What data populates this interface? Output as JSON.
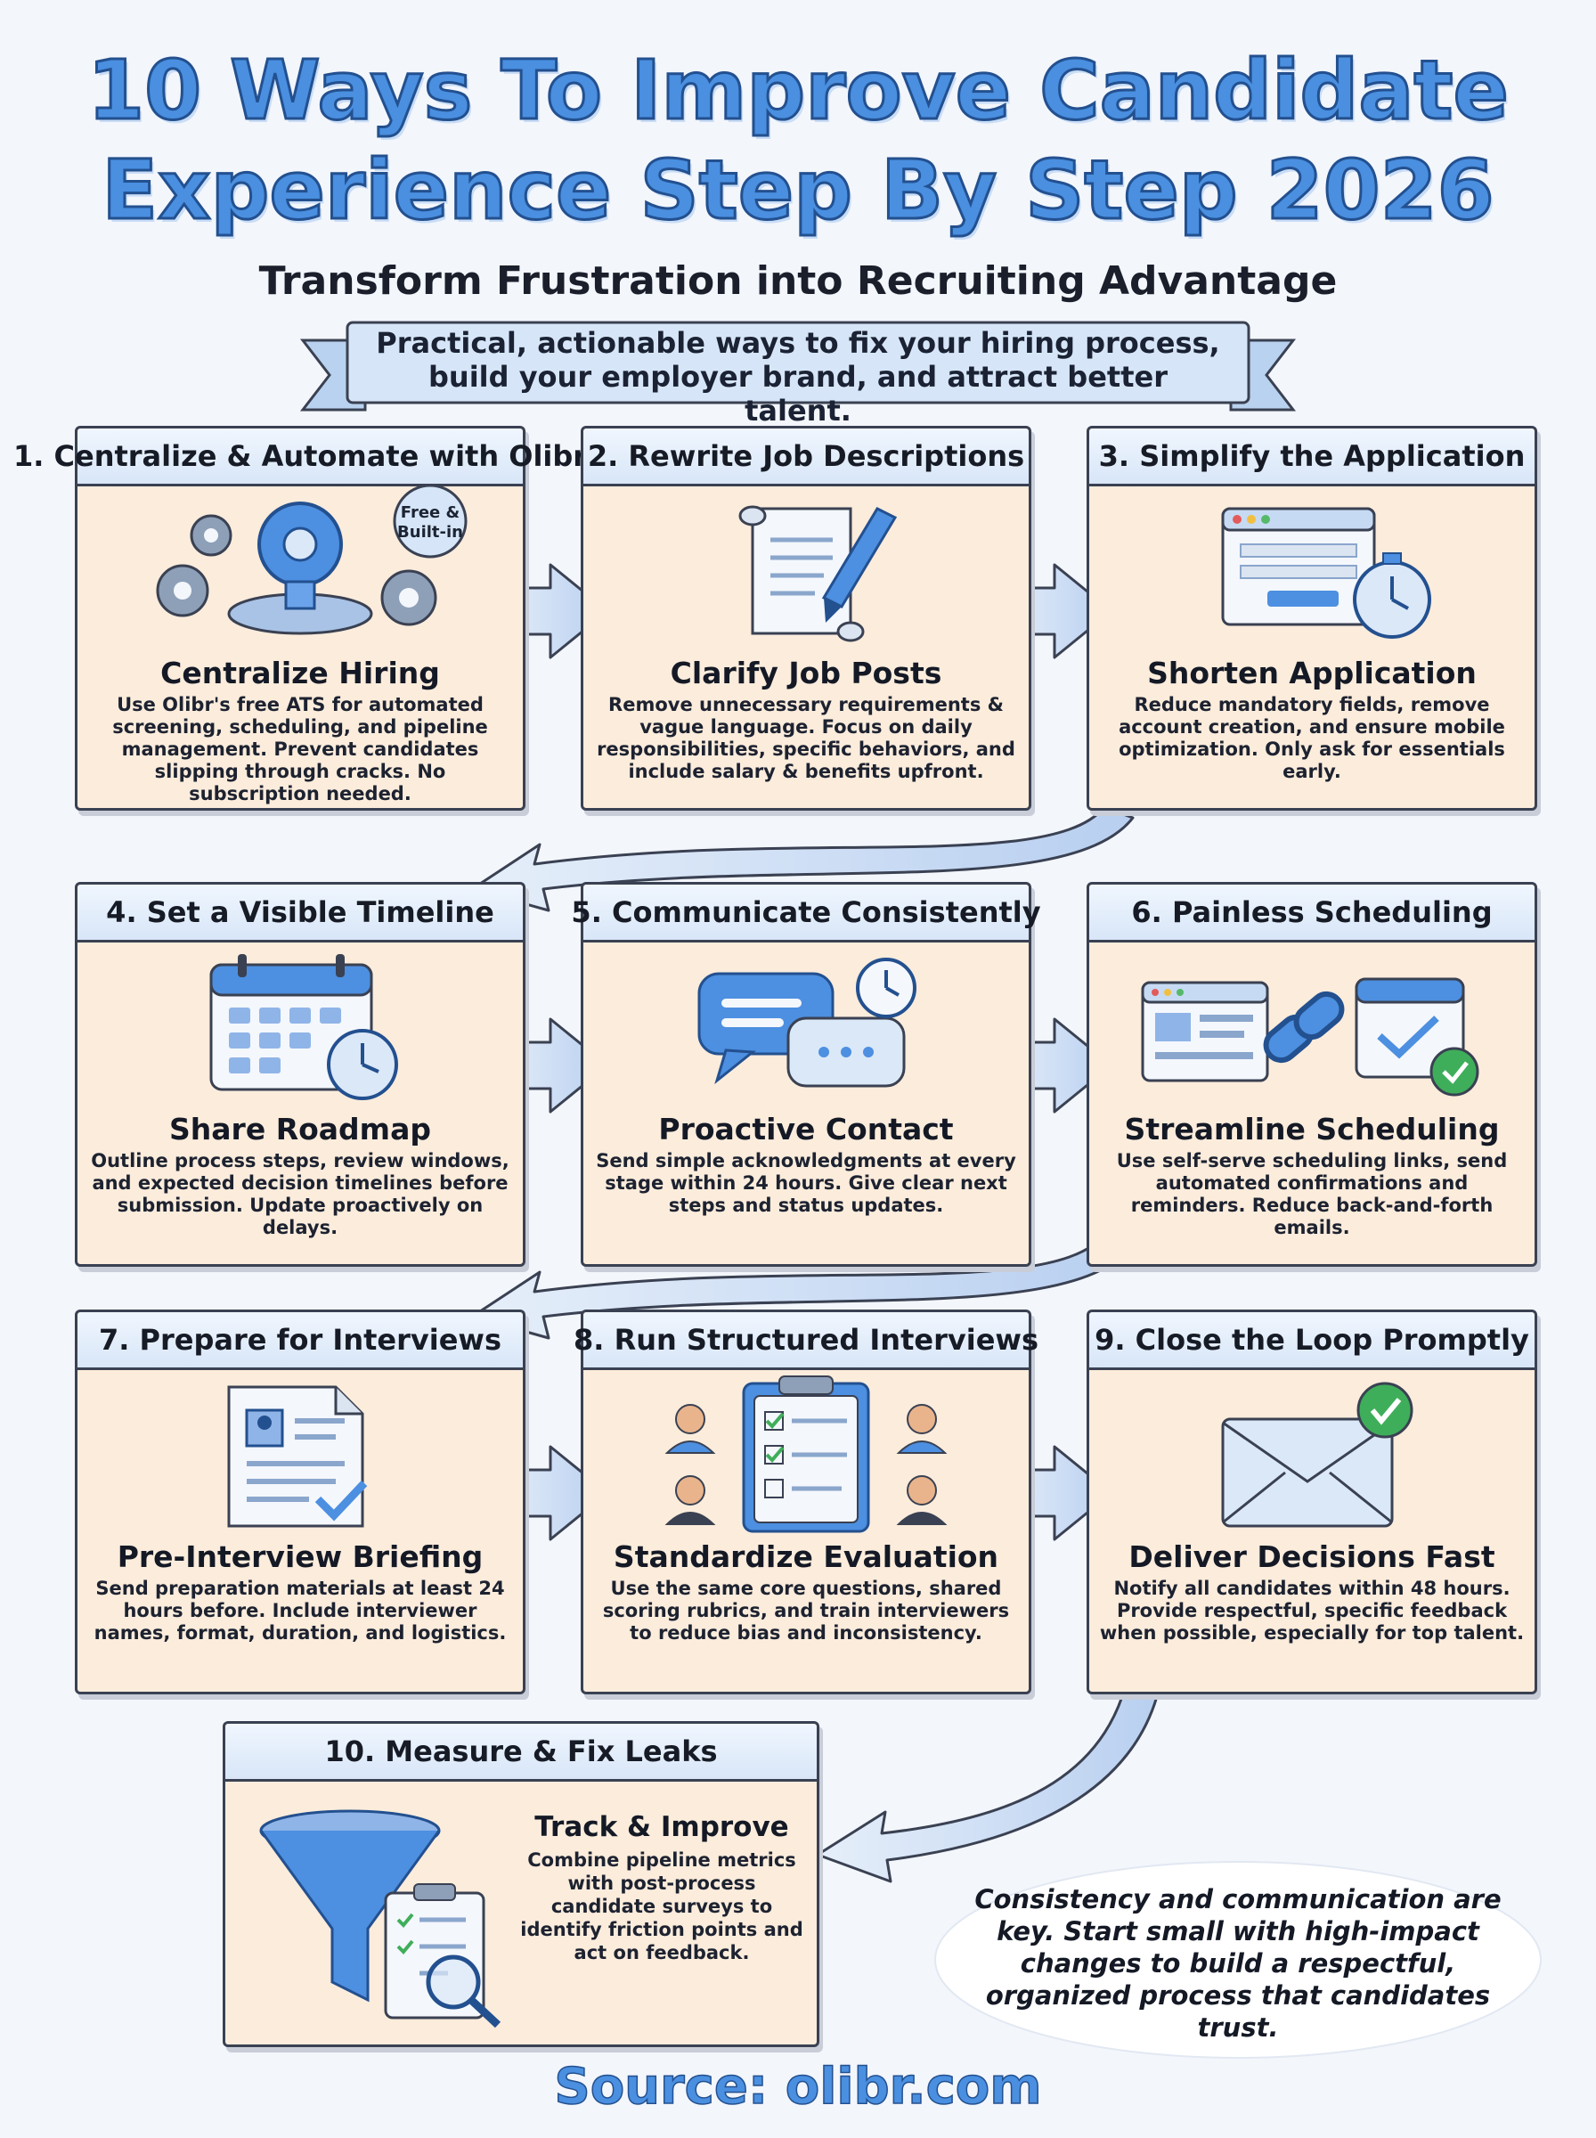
{
  "header": {
    "title_line1": "10 Ways To Improve Candidate",
    "title_line2": "Experience Step By Step 2026",
    "subtitle": "Transform Frustration into Recruiting Advantage",
    "banner_line1": "Practical, actionable ways to fix your hiring process,",
    "banner_line2": "build your employer brand, and attract better talent."
  },
  "steps": [
    {
      "title": "1. Centralize & Automate with Olibr",
      "badge": "Free & Built-in",
      "subtitle": "Centralize Hiring",
      "body": "Use Olibr's free ATS for automated screening, scheduling, and pipeline management. Prevent candidates slipping through cracks. No subscription needed.",
      "icon": "gears-icon"
    },
    {
      "title": "2. Rewrite Job Descriptions",
      "subtitle": "Clarify Job Posts",
      "body": "Remove unnecessary requirements & vague language. Focus on daily responsibilities, specific behaviors, and include salary & benefits upfront.",
      "icon": "scroll-pen-icon"
    },
    {
      "title": "3. Simplify the Application",
      "subtitle": "Shorten Application",
      "body": "Reduce mandatory fields, remove account creation, and ensure mobile optimization. Only ask for essentials early.",
      "icon": "form-stopwatch-icon"
    },
    {
      "title": "4. Set a Visible Timeline",
      "subtitle": "Share Roadmap",
      "body": "Outline process steps, review windows, and expected decision timelines before submission. Update proactively on delays.",
      "icon": "calendar-clock-icon"
    },
    {
      "title": "5. Communicate Consistently",
      "subtitle": "Proactive Contact",
      "body": "Send simple acknowledgments at every stage within 24 hours. Give clear next steps and status updates.",
      "icon": "chat-bubbles-icon"
    },
    {
      "title": "6. Painless Scheduling",
      "subtitle": "Streamline Scheduling",
      "body": "Use self-serve scheduling links, send automated confirmations and reminders. Reduce back-and-forth emails.",
      "icon": "link-calendar-icon"
    },
    {
      "title": "7. Prepare for Interviews",
      "subtitle": "Pre-Interview Briefing",
      "body": "Send preparation materials at least 24 hours before. Include interviewer names, format, duration, and logistics.",
      "icon": "document-check-icon"
    },
    {
      "title": "8. Run Structured Interviews",
      "subtitle": "Standardize Evaluation",
      "body": "Use the same core questions, shared scoring rubrics, and train interviewers to reduce bias and inconsistency.",
      "icon": "clipboard-people-icon"
    },
    {
      "title": "9. Close the Loop Promptly",
      "subtitle": "Deliver Decisions Fast",
      "body": "Notify all candidates within 48 hours. Provide respectful, specific feedback when possible, especially for top talent.",
      "icon": "envelope-check-icon"
    }
  ],
  "step10": {
    "title": "10. Measure & Fix Leaks",
    "subtitle": "Track & Improve",
    "body": "Combine pipeline metrics with post-process candidate surveys to identify friction points and act on feedback.",
    "icon": "funnel-magnifier-icon"
  },
  "closing": "Consistency and communication are key. Start small with high-impact changes to build a respectful, organized process that candidates trust.",
  "source": "Source: olibr.com",
  "colors": {
    "accent": "#4a8fe0",
    "card": "#fbecdc",
    "header": "#dbe8f8",
    "outline": "#3a4152"
  }
}
